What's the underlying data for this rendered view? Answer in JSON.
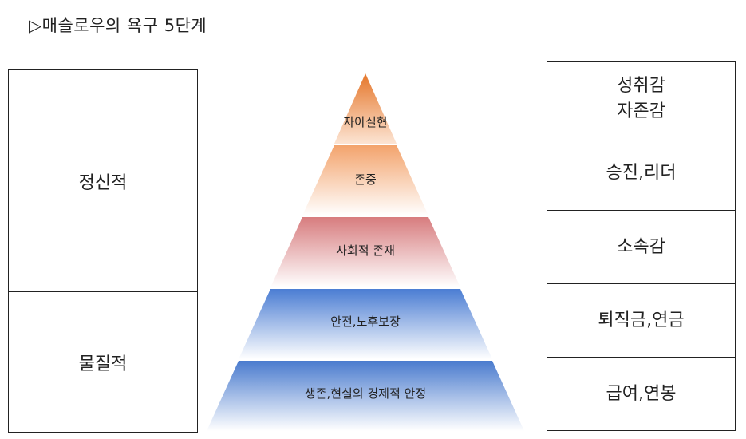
{
  "title": "▷매슬로우의 욕구 5단계",
  "left_categories": [
    {
      "label": "정신적"
    },
    {
      "label": "물질적"
    }
  ],
  "pyramid": {
    "levels": [
      {
        "label": "자아실현",
        "color": "#ED7D31"
      },
      {
        "label": "존중",
        "color": "#F4B183"
      },
      {
        "label": "사회적 존재",
        "color": "#D98C8C"
      },
      {
        "label": "안전,노후보장",
        "color": "#5B8FD8"
      },
      {
        "label": "생존,현실의 경제적 안정",
        "color": "#4F81D0"
      }
    ]
  },
  "right_items": [
    {
      "label": "성취감\n자존감"
    },
    {
      "label": "승진,리더"
    },
    {
      "label": "소속감"
    },
    {
      "label": "퇴직금,연금"
    },
    {
      "label": "급여,연봉"
    }
  ]
}
